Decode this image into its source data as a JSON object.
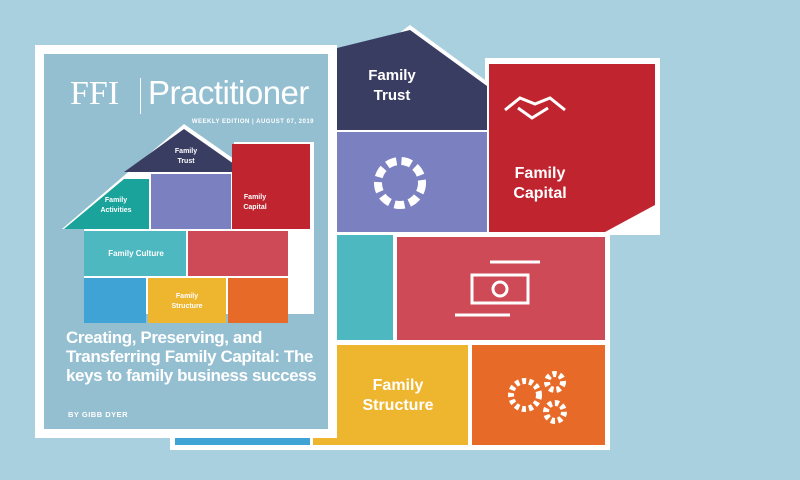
{
  "cover": {
    "brand": "FFI",
    "title": "Practitioner",
    "edition": "WEEKLY EDITION  |  AUGUST 07, 2019",
    "headline": "Creating, Preserving, and Transferring Family Capital: The keys to family business success",
    "byline": "BY GIBB DYER"
  },
  "pieces": {
    "trust": [
      "Family",
      "Trust"
    ],
    "capital": [
      "Family",
      "Capital"
    ],
    "activities": [
      "Family",
      "Activities"
    ],
    "culture": "Family Culture",
    "structure": [
      "Family",
      "Structure"
    ]
  },
  "icons": [
    "handshake-icon",
    "people-circle-icon",
    "money-transfer-icon",
    "gears-icon",
    "family-icon"
  ],
  "colors": {
    "background": "#a8d0df",
    "navy": "#3a3d62",
    "red": "#c0242f",
    "purple": "#7b80c0",
    "teal": "#4db8c0",
    "pink": "#cf4a57",
    "yellow": "#eeb52f",
    "orange": "#e86a28",
    "blue": "#3fa3d6",
    "green": "#1aa39a"
  }
}
